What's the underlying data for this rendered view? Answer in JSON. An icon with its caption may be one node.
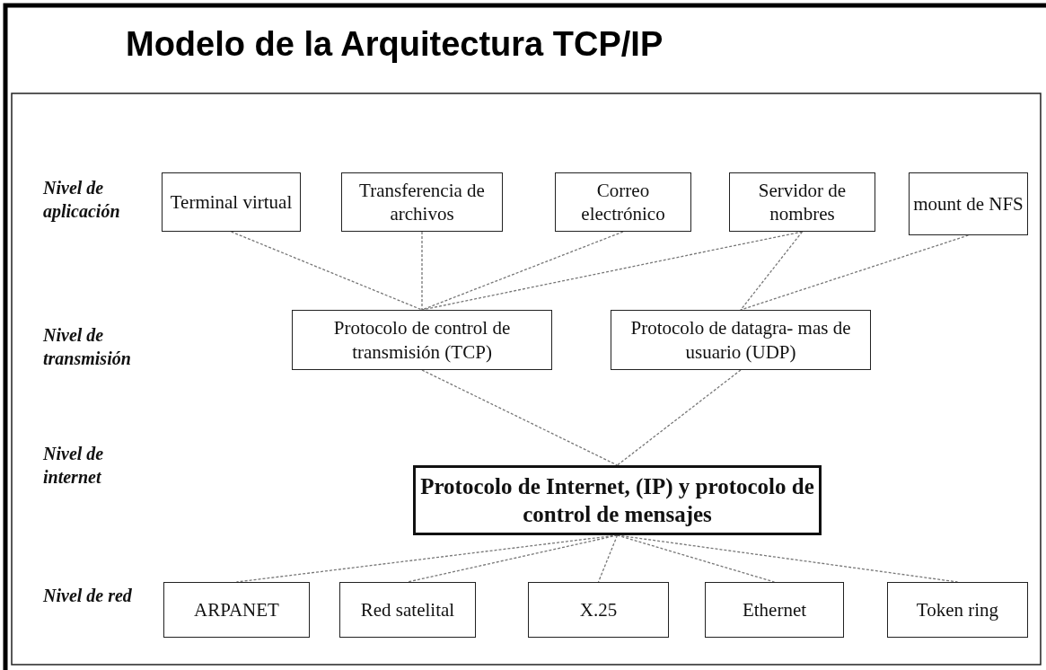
{
  "diagram": {
    "title": "Modelo de la Arquitectura TCP/IP",
    "nodes": [
      {
        "text": [
          "Terminal virtual"
        ]
      },
      {
        "text": [
          "Transferencia de archivos"
        ]
      },
      {
        "text": [
          "Correo electrónico"
        ]
      },
      {
        "text": [
          "Servidor de nombres"
        ]
      },
      {
        "text": [
          "mount de NFS"
        ]
      },
      {
        "text": [
          "Protocolo de control de transmisión (TCP)"
        ]
      },
      {
        "text": [
          "Protocolo de datagra- mas de usuario (UDP)"
        ]
      },
      {
        "text": [
          "Protocolo de Internet, (IP) y protocolo de control de mensajes"
        ]
      },
      {
        "text": [
          "ARPANET"
        ]
      },
      {
        "text": [
          "Red satelital"
        ]
      },
      {
        "text": [
          "X.25"
        ]
      },
      {
        "text": [
          "Ethernet"
        ]
      },
      {
        "text": [
          "Token ring"
        ]
      }
    ],
    "edges": [
      {
        "from": 0,
        "to": 5,
        "arrow": "none",
        "style": "dashed"
      },
      {
        "from": 1,
        "to": 5,
        "arrow": "none",
        "style": "dashed"
      },
      {
        "from": 2,
        "to": 5,
        "arrow": "none",
        "style": "dashed"
      },
      {
        "from": 3,
        "to": 5,
        "arrow": "none",
        "style": "dashed"
      },
      {
        "from": 3,
        "to": 6,
        "arrow": "none",
        "style": "dashed"
      },
      {
        "from": 4,
        "to": 6,
        "arrow": "none",
        "style": "dashed"
      },
      {
        "from": 5,
        "to": 7,
        "arrow": "none",
        "style": "dashed"
      },
      {
        "from": 6,
        "to": 7,
        "arrow": "none",
        "style": "dashed"
      },
      {
        "from": 7,
        "to": 8,
        "arrow": "none",
        "style": "dashed"
      },
      {
        "from": 7,
        "to": 9,
        "arrow": "none",
        "style": "dashed"
      },
      {
        "from": 7,
        "to": 10,
        "arrow": "none",
        "style": "dashed"
      },
      {
        "from": 7,
        "to": 11,
        "arrow": "none",
        "style": "dashed"
      },
      {
        "from": 7,
        "to": 12,
        "arrow": "none",
        "style": "dashed"
      }
    ],
    "labels": [
      "Nivel de aplicación",
      "Nivel de transmisión",
      "Nivel de internet",
      "Nivel de red"
    ]
  }
}
